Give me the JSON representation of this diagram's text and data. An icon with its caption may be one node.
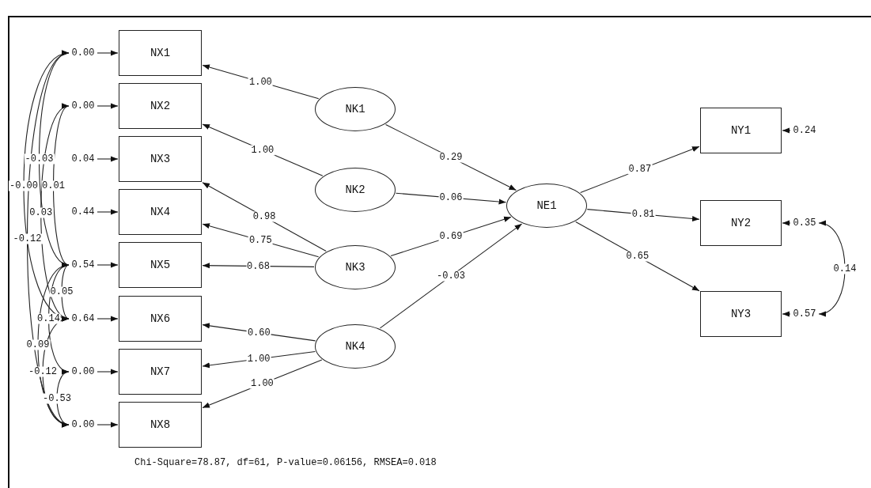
{
  "diagram": {
    "caption": "Chi-Square=78.87, df=61, P-value=0.06156, RMSEA=0.018",
    "nodes": [
      {
        "text": [
          "NX1"
        ]
      },
      {
        "text": [
          "NX2"
        ]
      },
      {
        "text": [
          "NX3"
        ]
      },
      {
        "text": [
          "NX4"
        ]
      },
      {
        "text": [
          "NX5"
        ]
      },
      {
        "text": [
          "NX6"
        ]
      },
      {
        "text": [
          "NX7"
        ]
      },
      {
        "text": [
          "NX8"
        ]
      },
      {
        "text": [
          "NK1"
        ]
      },
      {
        "text": [
          "NK2"
        ]
      },
      {
        "text": [
          "NK3"
        ]
      },
      {
        "text": [
          "NK4"
        ]
      },
      {
        "text": [
          "NE1"
        ]
      },
      {
        "text": [
          "NY1"
        ]
      },
      {
        "text": [
          "NY2"
        ]
      },
      {
        "text": [
          "NY3"
        ]
      },
      {
        "text": [
          "0.00"
        ]
      },
      {
        "text": [
          "0.00"
        ]
      },
      {
        "text": [
          "0.04"
        ]
      },
      {
        "text": [
          "0.44"
        ]
      },
      {
        "text": [
          "0.54"
        ]
      },
      {
        "text": [
          "0.64"
        ]
      },
      {
        "text": [
          "0.00"
        ]
      },
      {
        "text": [
          "0.00"
        ]
      },
      {
        "text": [
          "0.24"
        ]
      },
      {
        "text": [
          "0.35"
        ]
      },
      {
        "text": [
          "0.57"
        ]
      }
    ],
    "edges": [
      {
        "from": 8,
        "to": 0,
        "arrow": "to",
        "label": "1.00"
      },
      {
        "from": 9,
        "to": 1,
        "arrow": "to",
        "label": "1.00"
      },
      {
        "from": 10,
        "to": 2,
        "arrow": "to",
        "label": "0.98"
      },
      {
        "from": 10,
        "to": 3,
        "arrow": "to",
        "label": "0.75"
      },
      {
        "from": 10,
        "to": 4,
        "arrow": "to",
        "label": "0.68"
      },
      {
        "from": 11,
        "to": 5,
        "arrow": "to",
        "label": "0.60"
      },
      {
        "from": 11,
        "to": 6,
        "arrow": "to",
        "label": "1.00"
      },
      {
        "from": 11,
        "to": 7,
        "arrow": "to",
        "label": "1.00"
      },
      {
        "from": 8,
        "to": 12,
        "arrow": "to",
        "label": "0.29"
      },
      {
        "from": 9,
        "to": 12,
        "arrow": "to",
        "label": "0.06"
      },
      {
        "from": 10,
        "to": 12,
        "arrow": "to",
        "label": "0.69"
      },
      {
        "from": 11,
        "to": 12,
        "arrow": "to",
        "label": "-0.03"
      },
      {
        "from": 12,
        "to": 13,
        "arrow": "to",
        "label": "0.87"
      },
      {
        "from": 12,
        "to": 14,
        "arrow": "to",
        "label": "0.81"
      },
      {
        "from": 12,
        "to": 15,
        "arrow": "to",
        "label": "0.65"
      },
      {
        "from": 16,
        "to": 0,
        "arrow": "to"
      },
      {
        "from": 17,
        "to": 1,
        "arrow": "to"
      },
      {
        "from": 18,
        "to": 2,
        "arrow": "to"
      },
      {
        "from": 19,
        "to": 3,
        "arrow": "to"
      },
      {
        "from": 20,
        "to": 4,
        "arrow": "to"
      },
      {
        "from": 21,
        "to": 5,
        "arrow": "to"
      },
      {
        "from": 22,
        "to": 6,
        "arrow": "to"
      },
      {
        "from": 23,
        "to": 7,
        "arrow": "to"
      },
      {
        "from": 24,
        "to": 13,
        "arrow": "to"
      },
      {
        "from": 25,
        "to": 14,
        "arrow": "to"
      },
      {
        "from": 26,
        "to": 15,
        "arrow": "to"
      },
      {
        "from": 16,
        "to": 20,
        "arrow": "both",
        "label": "-0.03"
      },
      {
        "from": 16,
        "to": 21,
        "arrow": "both",
        "label": "-0.00"
      },
      {
        "from": 17,
        "to": 20,
        "arrow": "both",
        "label": "0.01"
      },
      {
        "from": 17,
        "to": 21,
        "arrow": "both",
        "label": "0.03"
      },
      {
        "from": 16,
        "to": 23,
        "arrow": "both",
        "label": "-0.12"
      },
      {
        "from": 20,
        "to": 21,
        "arrow": "both",
        "label": "0.05"
      },
      {
        "from": 20,
        "to": 22,
        "arrow": "both",
        "label": "0.14"
      },
      {
        "from": 20,
        "to": 23,
        "arrow": "both",
        "label": "0.09"
      },
      {
        "from": 21,
        "to": 23,
        "arrow": "both",
        "label": "-0.12"
      },
      {
        "from": 22,
        "to": 23,
        "arrow": "both",
        "label": "-0.53"
      },
      {
        "from": 25,
        "to": 26,
        "arrow": "both",
        "label": "0.14"
      }
    ]
  }
}
